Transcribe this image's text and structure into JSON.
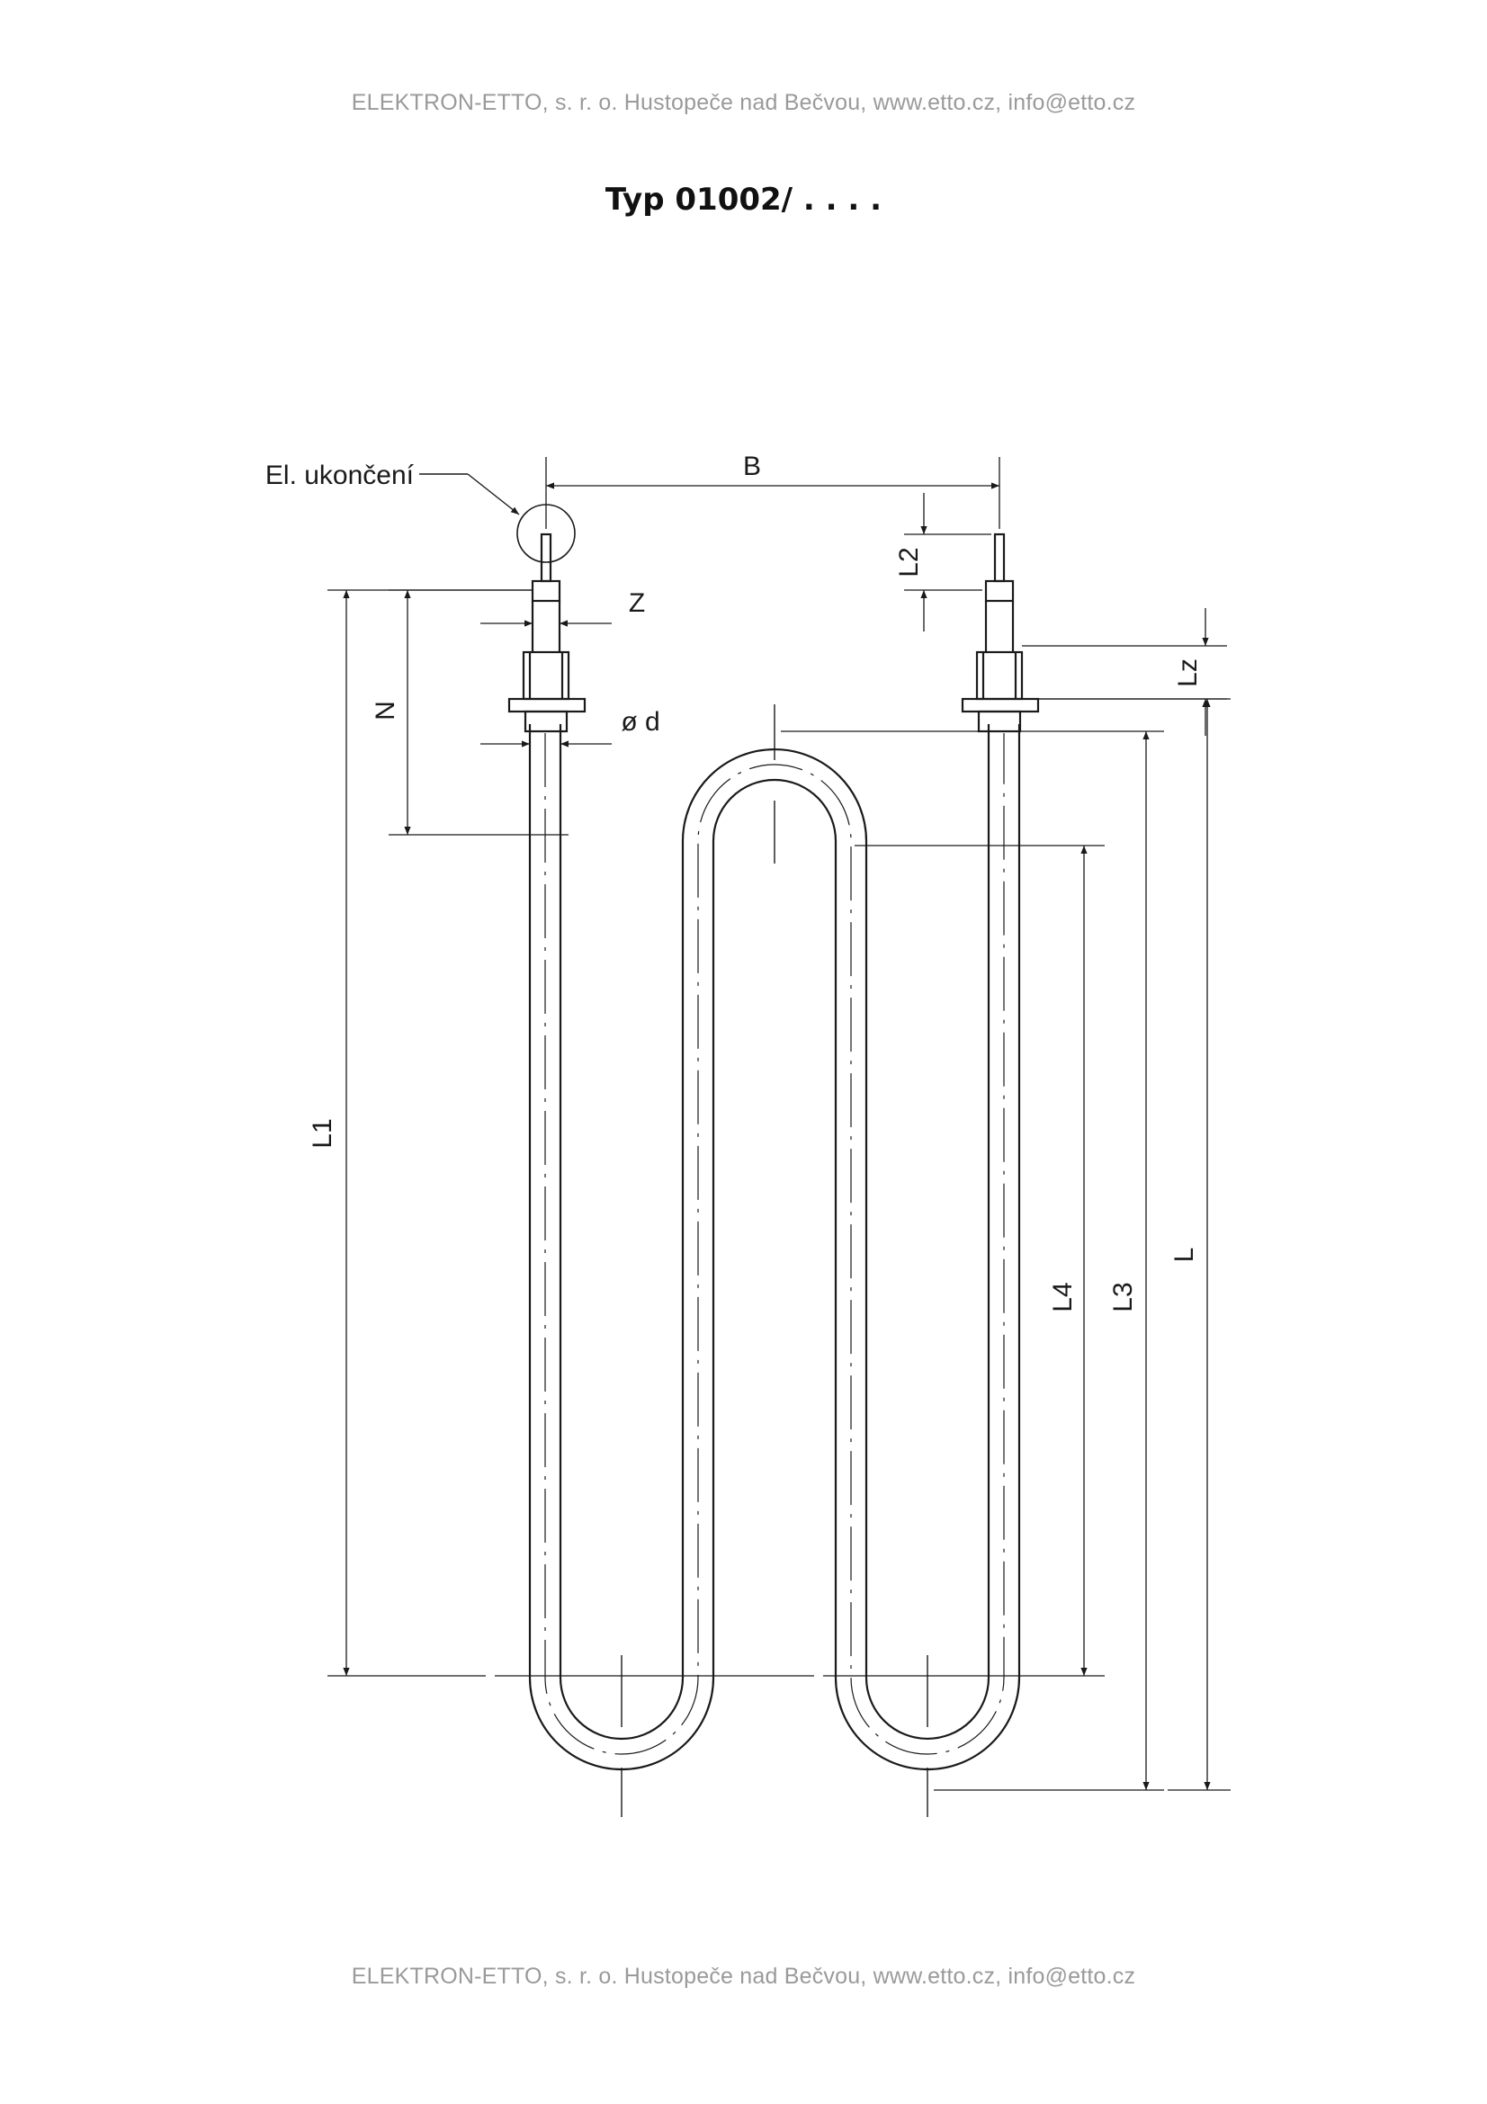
{
  "document": {
    "header": "ELEKTRON-ETTO, s. r. o. Hustopeče nad Bečvou, www.etto.cz, info@etto.cz",
    "title": "Typ 01002/ . . . .",
    "footer": "ELEKTRON-ETTO, s. r. o. Hustopeče nad Bečvou, www.etto.cz, info@etto.cz"
  },
  "drawing": {
    "callout": "El. ukončení",
    "dimensions": {
      "B": "B",
      "L2": "L2",
      "Z": "Z",
      "Lz": "Lz",
      "N": "N",
      "d": "ø d",
      "L1": "L1",
      "L4": "L4",
      "L3": "L3",
      "L": "L"
    }
  },
  "colors": {
    "line": "#1a1a1a",
    "header_text": "#9a9a9a"
  }
}
